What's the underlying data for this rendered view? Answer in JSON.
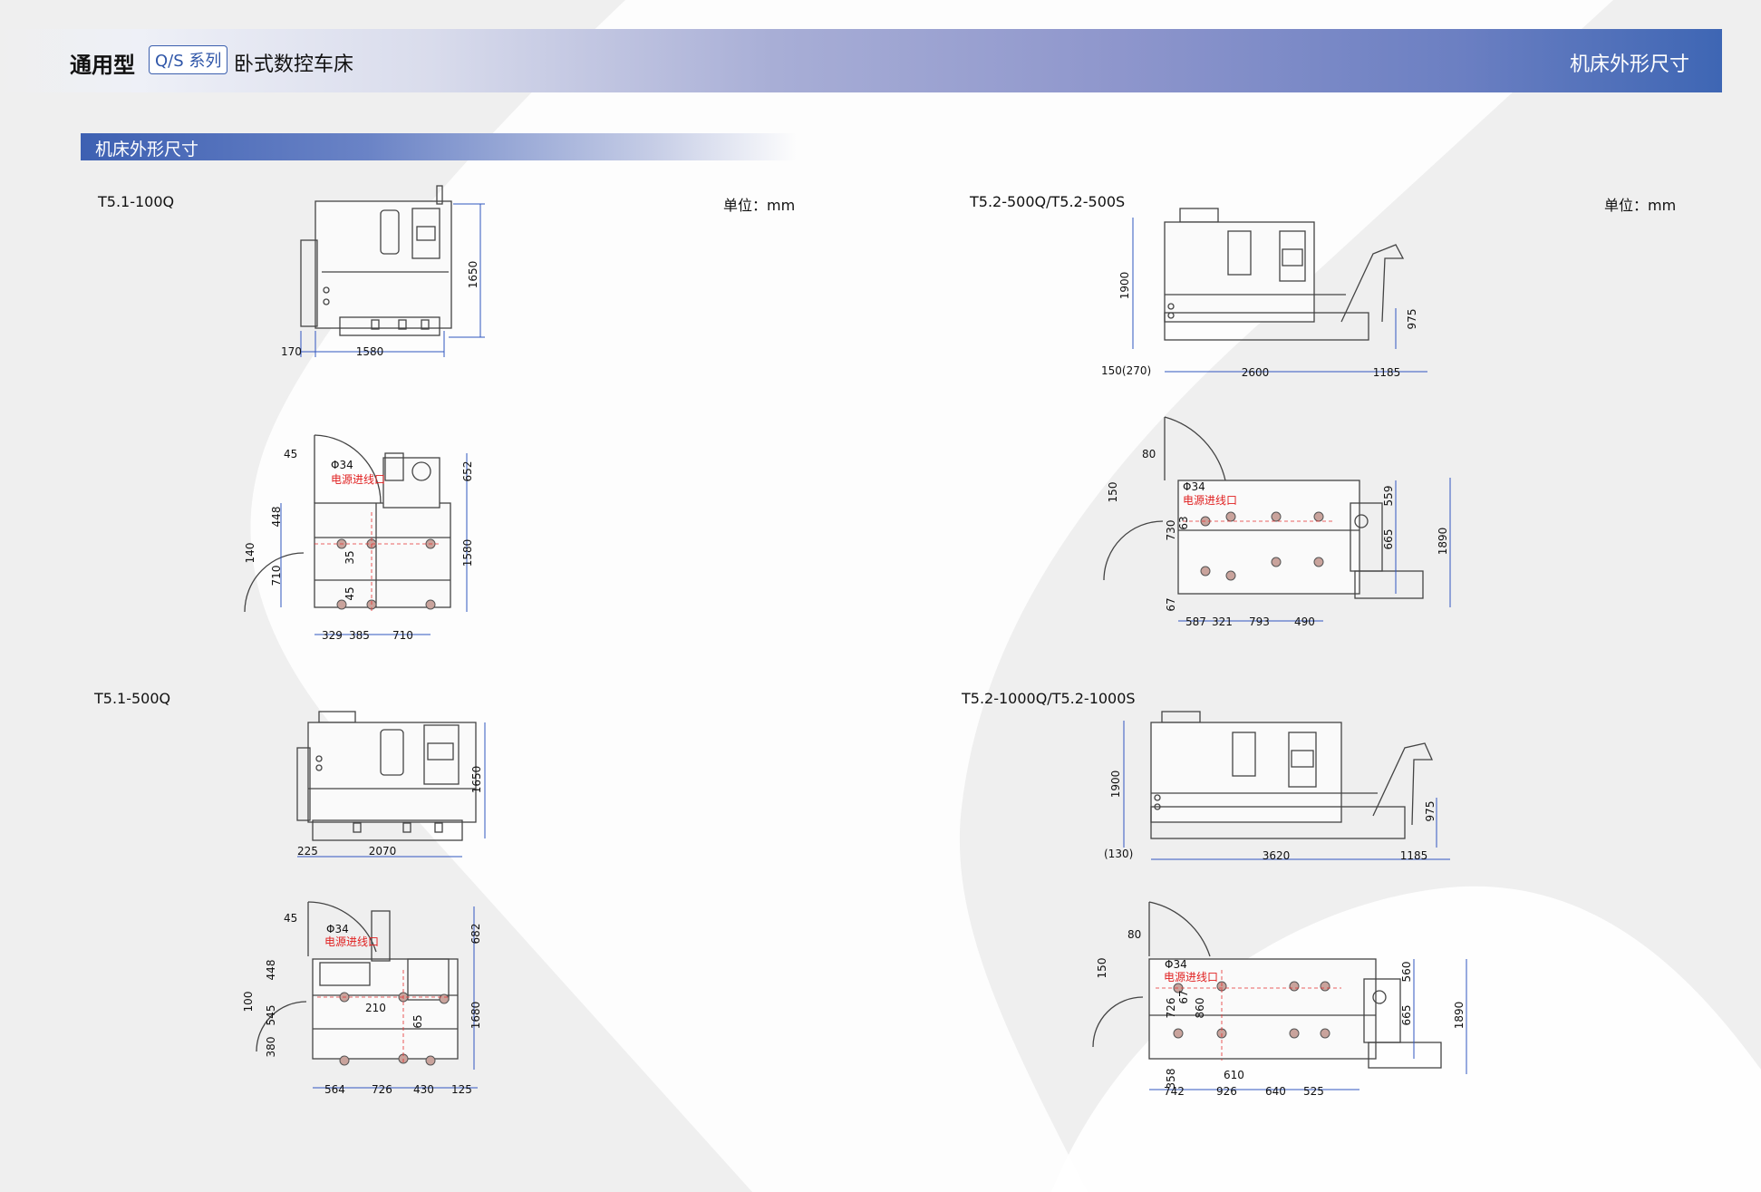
{
  "header": {
    "brand": "通用型",
    "series": "Q/S 系列",
    "product": "卧式数控车床",
    "right_title": "机床外形尺寸"
  },
  "section": {
    "title": "机床外形尺寸"
  },
  "colors": {
    "accent": "#3e66b4",
    "dimension_line": "#3056c0",
    "power_label": "#e02020"
  },
  "drawings": [
    {
      "model": "T5.1-100Q",
      "unit": "单位：mm",
      "front": {
        "height": "1650",
        "left": "170",
        "length": "1580"
      },
      "top": {
        "d1": "45",
        "pipe": "Φ34",
        "power": "电源进线口",
        "d2": "652",
        "d3": "448",
        "d4": "140",
        "d5": "35",
        "d6": "1580",
        "d7": "710",
        "d8": "45",
        "b1": "329",
        "b2": "385",
        "b3": "710"
      }
    },
    {
      "model": "T5.2-500Q/T5.2-500S",
      "unit": "单位：mm",
      "front": {
        "height": "1900",
        "left": "150(270)",
        "length": "2600",
        "conveyor": "1185",
        "conv_height": "975"
      },
      "top": {
        "d1": "80",
        "d2": "150",
        "pipe": "Φ34",
        "power": "电源进线口",
        "d3": "559",
        "d4": "730",
        "d5": "63",
        "d6": "665",
        "d7": "1890",
        "d8": "67",
        "b1": "587",
        "b2": "321",
        "b3": "793",
        "b4": "490"
      }
    },
    {
      "model": "T5.1-500Q",
      "front": {
        "height": "1650",
        "left": "225",
        "length": "2070"
      },
      "top": {
        "d1": "45",
        "pipe": "Φ34",
        "power": "电源进线口",
        "d2": "682",
        "d3": "448",
        "d4": "100",
        "d5": "545",
        "d6": "210",
        "d7": "65",
        "d8": "1680",
        "d9": "380",
        "b1": "564",
        "b2": "726",
        "b3": "430",
        "b4": "125"
      }
    },
    {
      "model": "T5.2-1000Q/T5.2-1000S",
      "front": {
        "height": "1900",
        "left": "(130)",
        "length": "3620",
        "conveyor": "1185",
        "conv_height": "975"
      },
      "top": {
        "d1": "80",
        "d2": "150",
        "pipe": "Φ34",
        "power": "电源进线口",
        "d3": "560",
        "d4": "726",
        "d5": "67",
        "d6": "860",
        "d7": "665",
        "d8": "1890",
        "d9": "610",
        "d10": "358",
        "b1": "742",
        "b2": "926",
        "b3": "640",
        "b4": "525"
      }
    }
  ]
}
